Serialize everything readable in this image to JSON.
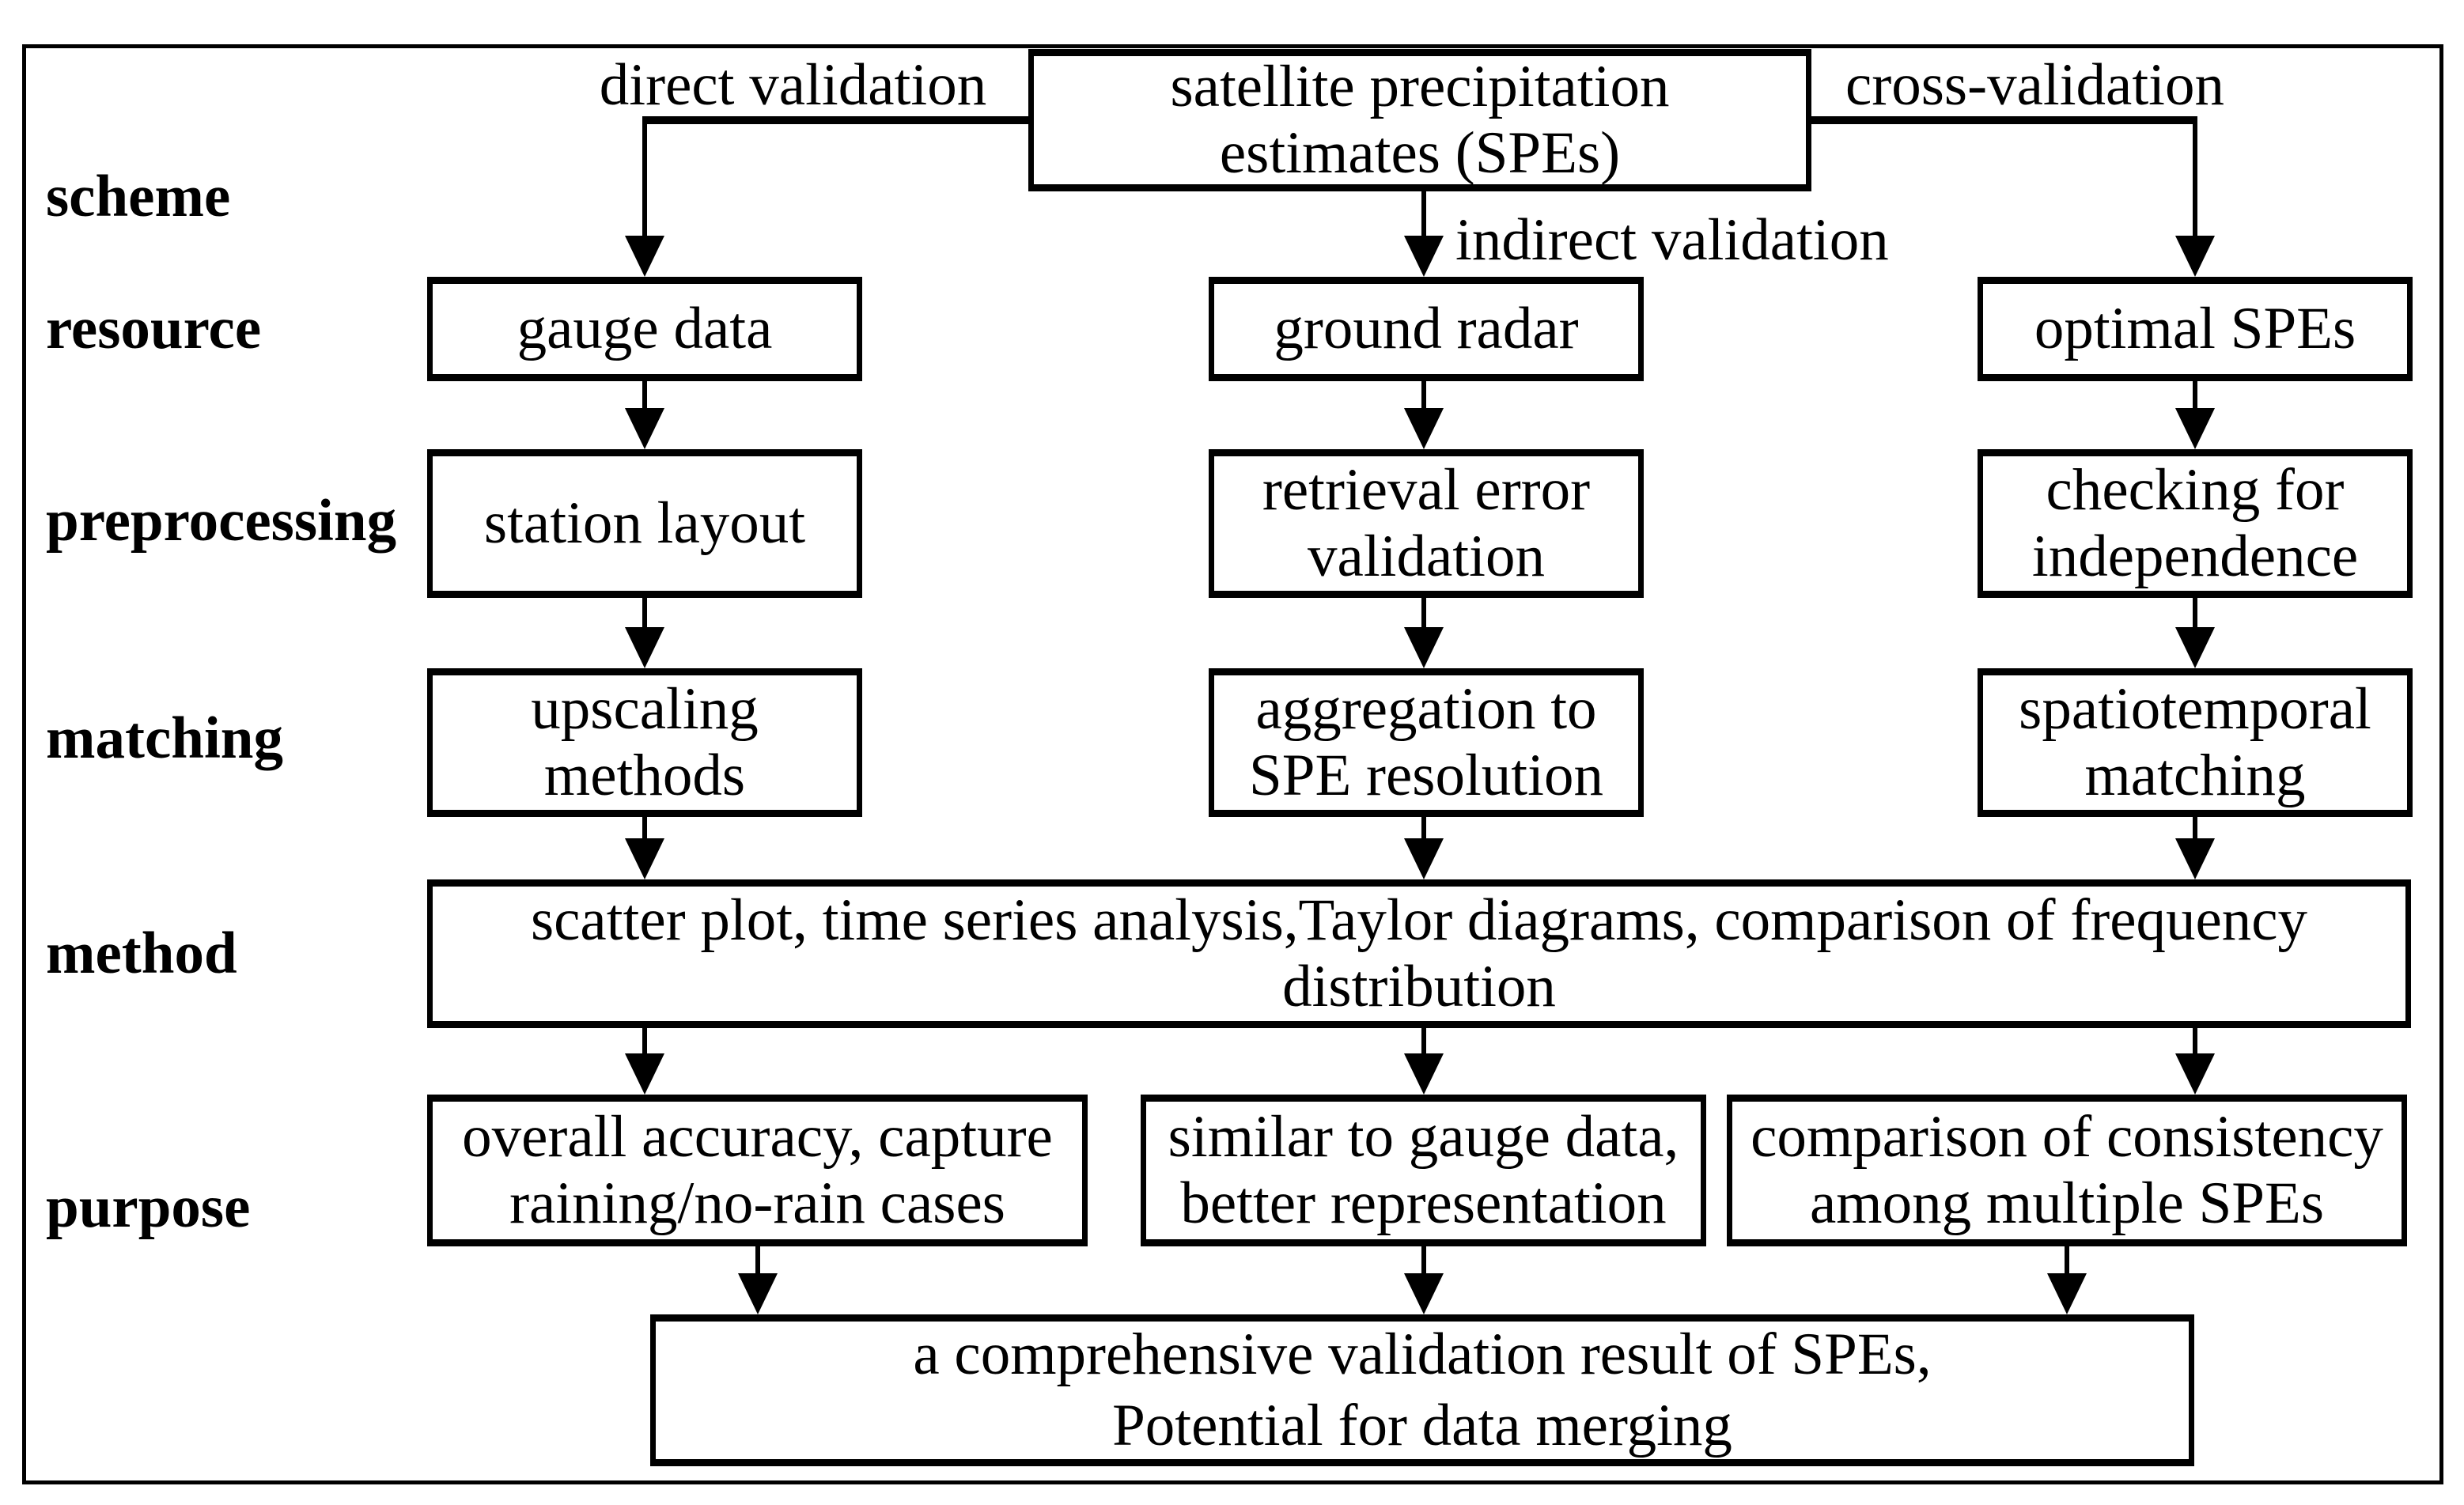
{
  "edge_labels": {
    "left": "direct validation",
    "center": "indirect validation",
    "right": "cross-validation"
  },
  "row_labels": [
    "scheme",
    "resource",
    "preprocessing",
    "matching",
    "method",
    "purpose"
  ],
  "boxes": {
    "root": [
      "satellite precipitation",
      "estimates (SPEs)"
    ],
    "resource": {
      "c1": [
        "gauge data"
      ],
      "c2": [
        "ground radar"
      ],
      "c3": [
        "optimal SPEs"
      ]
    },
    "preprocessing": {
      "c1": [
        "station layout"
      ],
      "c2": [
        "retrieval error",
        "validation"
      ],
      "c3": [
        "checking for",
        "independence"
      ]
    },
    "matching": {
      "c1": [
        "upscaling",
        "methods"
      ],
      "c2": [
        "aggregation to",
        "SPE resolution"
      ],
      "c3": [
        "spatiotemporal",
        "matching"
      ]
    },
    "method": [
      "scatter plot, time series analysis,Taylor diagrams, comparison of frequency",
      "distribution"
    ],
    "purpose": {
      "c1": [
        "overall accuracy, capture",
        "raining/no-rain cases"
      ],
      "c2": [
        "similar to gauge data,",
        "better representation"
      ],
      "c3": [
        "comparison of consistency",
        "among multiple SPEs"
      ]
    },
    "result": [
      "a comprehensive validation result of SPEs,",
      "Potential for data merging"
    ]
  },
  "colors": {
    "line": "#000000",
    "background": "#ffffff"
  }
}
